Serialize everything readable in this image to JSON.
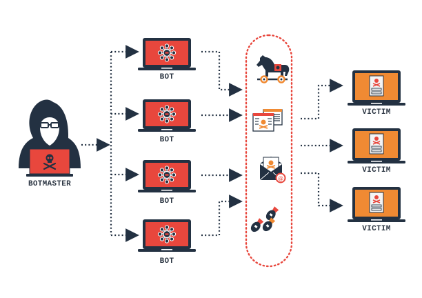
{
  "diagram": {
    "title": "Botnet attack flow",
    "colors": {
      "dark": "#233142",
      "red": "#e8473d",
      "orange": "#f08a33",
      "paper": "#f3f3f3",
      "dots_red": "#e8473d"
    },
    "botmaster": {
      "label": "BOTMASTER",
      "icon": "hooded-hacker-icon"
    },
    "bots": [
      {
        "label": "BOT",
        "icon": "network-virus-icon"
      },
      {
        "label": "BOT",
        "icon": "network-virus-icon"
      },
      {
        "label": "BOT",
        "icon": "network-virus-icon"
      },
      {
        "label": "BOT",
        "icon": "network-virus-icon"
      }
    ],
    "attacks": [
      {
        "name": "trojan-horse",
        "icon": "trojan-horse-icon"
      },
      {
        "name": "malicious-webpages",
        "icon": "malware-window-icon"
      },
      {
        "name": "phishing-email",
        "icon": "phishing-email-icon"
      },
      {
        "name": "bombs",
        "icon": "bomb-icon"
      }
    ],
    "victims": [
      {
        "label": "VICTIM",
        "icon": "infected-document-icon"
      },
      {
        "label": "VICTIM",
        "icon": "infected-document-icon"
      },
      {
        "label": "VICTIM",
        "icon": "infected-document-icon"
      }
    ]
  }
}
